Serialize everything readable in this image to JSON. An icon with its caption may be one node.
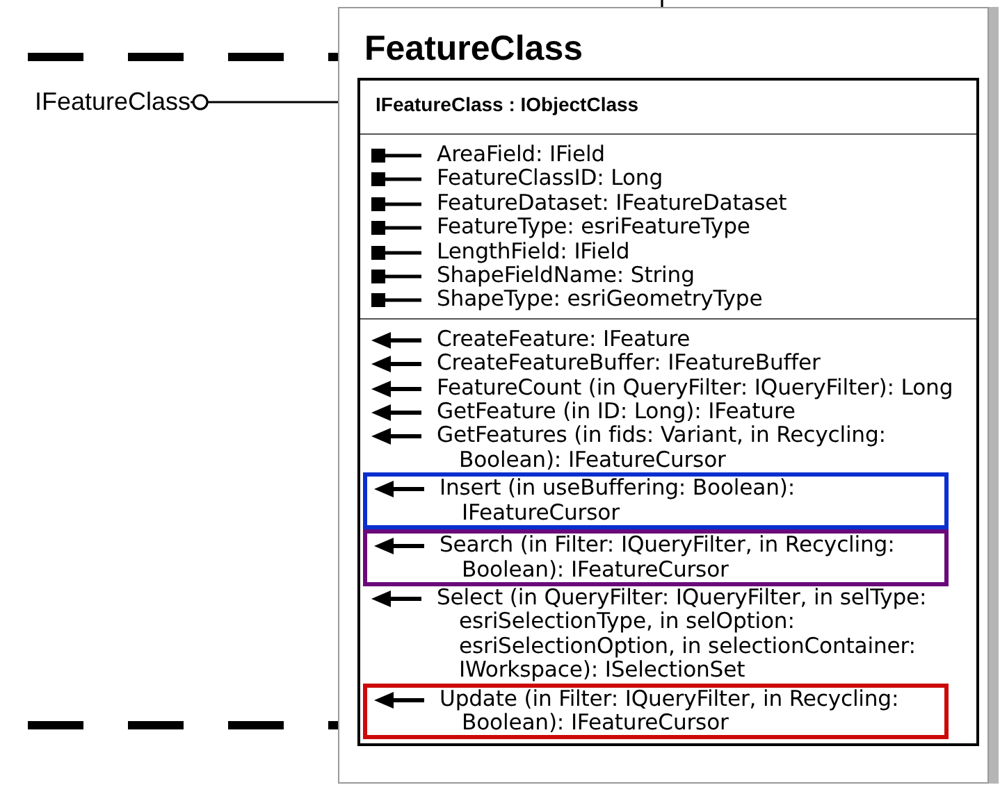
{
  "diagram": {
    "nodes": [
      {
        "text": [
          "IFeatureClass"
        ]
      },
      {
        "text": [
          "FeatureClass"
        ]
      },
      {
        "text": [
          "IFeatureClass : IObjectClass",
          "AreaField: IField",
          "FeatureClassID: Long",
          "FeatureDataset: IFeatureDataset",
          "FeatureType: esriFeatureType",
          "LengthField: IField",
          "ShapeFieldName: String",
          "ShapeType: esriGeometryType",
          "CreateFeature: IFeature",
          "CreateFeatureBuffer: IFeatureBuffer",
          "FeatureCount (in QueryFilter: IQueryFilter): Long",
          "GetFeature (in ID: Long): IFeature",
          "GetFeatures (in fids: Variant, in Recycling: Boolean): IFeatureCursor",
          "Select (in QueryFilter: IQueryFilter, in selType: esriSelectionType, in selOption: esriSelectionOption, in selectionContainer: IWorkspace): ISelectionSet"
        ],
        "in": 1
      },
      {
        "text": [
          "Insert (in useBuffering: Boolean): IFeatureCursor"
        ],
        "in": 2
      },
      {
        "text": [
          "Search (in Filter: IQueryFilter, in Recycling: Boolean): IFeatureCursor"
        ],
        "in": 2
      },
      {
        "text": [
          "Update (in Filter: IQueryFilter, in Recycling: Boolean): IFeatureCursor"
        ],
        "in": 2
      }
    ],
    "edges": [
      {
        "from": 0,
        "to": 2,
        "arrow": "other"
      },
      {
        "from": null,
        "to": 1,
        "arrow": "none",
        "style": "dashed"
      },
      {
        "from": null,
        "to": 1,
        "arrow": "none",
        "style": "dashed"
      },
      {
        "from": null,
        "to": 1,
        "arrow": "none"
      }
    ]
  }
}
